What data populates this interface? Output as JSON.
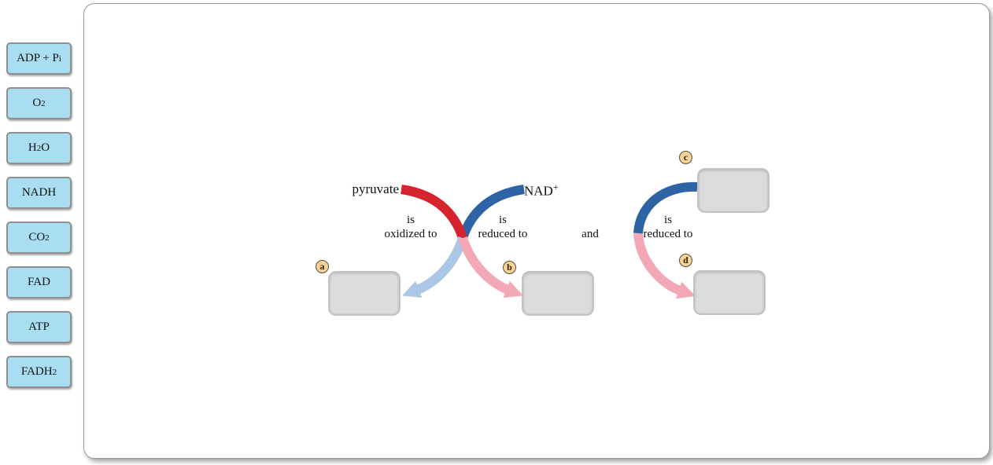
{
  "bank": {
    "items": [
      {
        "pre": "ADP + P",
        "sub": "i",
        "post": ""
      },
      {
        "pre": "O",
        "sub": "2",
        "post": ""
      },
      {
        "pre": "H",
        "sub": "2",
        "post": "O"
      },
      {
        "pre": "NADH",
        "sub": "",
        "post": ""
      },
      {
        "pre": "CO",
        "sub": "2",
        "post": ""
      },
      {
        "pre": "FAD",
        "sub": "",
        "post": ""
      },
      {
        "pre": "ATP",
        "sub": "",
        "post": ""
      },
      {
        "pre": "FADH",
        "sub": "2",
        "post": ""
      }
    ]
  },
  "diagram": {
    "pyruvate_label": "pyruvate",
    "nad_pre": "NAD",
    "nad_sup": "+",
    "oxidized": {
      "line1": "is",
      "line2": "oxidized to"
    },
    "reduced_mid": {
      "line1": "is",
      "line2": "reduced to"
    },
    "and_label": "and",
    "reduced_right": {
      "line1": "is",
      "line2": "reduced to"
    },
    "badges": {
      "a": "a",
      "b": "b",
      "c": "c",
      "d": "d"
    }
  },
  "colors": {
    "arrow_red": "#d5242d",
    "arrow_blue": "#2e64a5",
    "arrow_pink": "#f2a9b5",
    "arrow_lightblue": "#aac7e5",
    "tile_fill": "#a9def2",
    "tile_border": "#8f8f8f",
    "badge_fill": "#f7d394",
    "target_fill": "#dcdcdc"
  }
}
